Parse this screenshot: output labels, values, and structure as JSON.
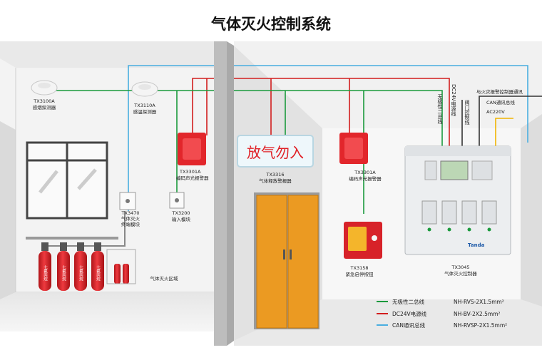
{
  "title": "气体灭火控制系统",
  "colors": {
    "bus": "#1a9a3c",
    "power": "#d21e1e",
    "can": "#49aee0",
    "cylinder": "#e0242a",
    "door": "#e8961c",
    "wall": "#d9d9d9"
  },
  "devices": {
    "smoke_detector": {
      "model": "TX3100A",
      "name": "感烟探测器"
    },
    "heat_detector": {
      "model": "TX3110A",
      "name": "感温探测器"
    },
    "alarm_left": {
      "model": "TX3301A",
      "name": "编码声光报警器"
    },
    "release_sign": {
      "model": "TX3316",
      "name": "气体释放警报器",
      "text": "放气勿入"
    },
    "alarm_right": {
      "model": "TX3301A",
      "name": "编码声光报警器"
    },
    "terminal_module": {
      "model": "TX3470",
      "name_1": "气体灭火",
      "name_2": "终端模块"
    },
    "input_module": {
      "model": "TX3200",
      "name": "输入模块"
    },
    "emergency_button": {
      "model": "TX3158",
      "name": "紧急启停按钮"
    },
    "controller": {
      "model": "TX3045",
      "name": "气体灭火控制器",
      "brand": "Tanda"
    }
  },
  "zone_label": "气体灭火区域",
  "cylinder_text": "七氟丙烷",
  "wire_labels": {
    "bus": "无极性二总线",
    "power": "DC24V电源线",
    "valve": "阀门控制线",
    "fire_comm": "与火灾报警控制器通讯",
    "can": "CAN通讯总线",
    "ac": "AC220V"
  },
  "legend": [
    {
      "label": "无极性二总线",
      "spec": "NH-RVS-2X1.5mm²",
      "color": "#1a9a3c"
    },
    {
      "label": "DC24V电源线",
      "spec": "NH-BV-2X2.5mm²",
      "color": "#d21e1e"
    },
    {
      "label": "CAN通讯总线",
      "spec": "NH-RVSP-2X1.5mm²",
      "color": "#49aee0"
    }
  ]
}
